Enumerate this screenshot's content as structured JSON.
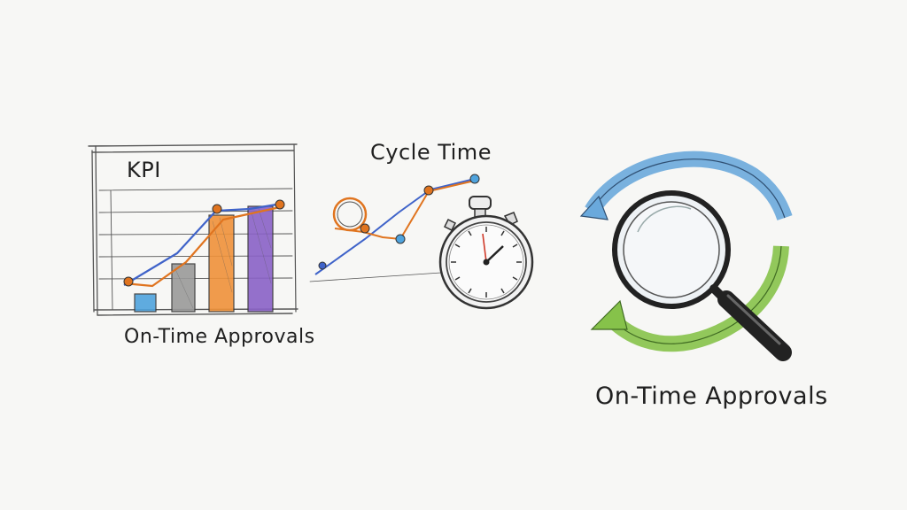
{
  "labels": {
    "kpi": "KPI",
    "cycle_time": "Cycle Time",
    "on_time_left": "On-Time Approvals",
    "on_time_right": "On-Time Approvals"
  },
  "colors": {
    "blue": "#4fa3dd",
    "gray": "#8c8c8c",
    "orange": "#f0923a",
    "purple": "#8a62c7",
    "line_blue": "#3f63c9",
    "line_orange": "#e0741f",
    "arrow_blue": "#6aa9dc",
    "arrow_green": "#86c24a"
  },
  "icons": {
    "chart": "bar-chart-sketch",
    "trend": "trend-line-sketch",
    "stopwatch": "stopwatch-sketch",
    "cycle": "circular-arrows-sketch",
    "magnifier": "magnifying-glass-sketch"
  }
}
